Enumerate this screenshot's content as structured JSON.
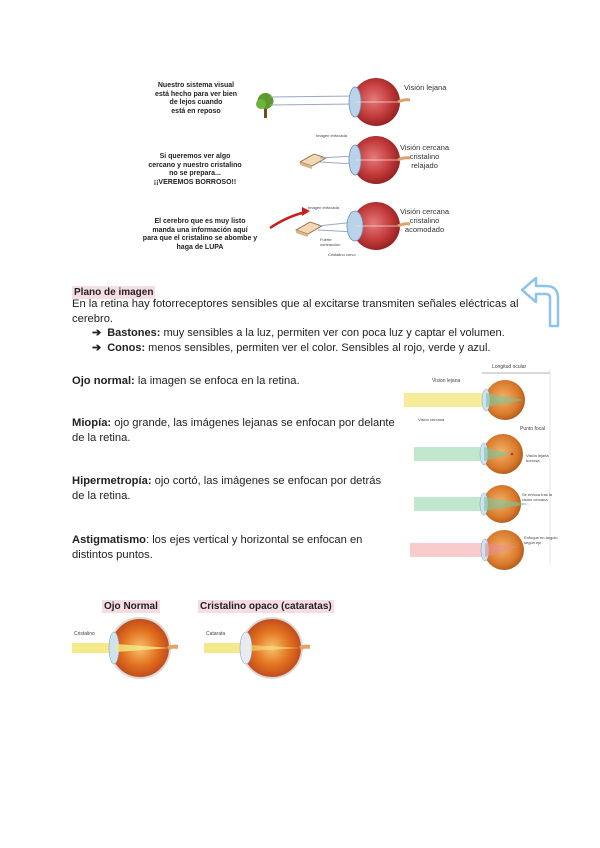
{
  "top_figure": {
    "row1_caption": "Nuestro sistema visual\nestá hecho para ver bien\nde lejos cuando\nestá en reposo",
    "row1_label": "Visión lejana",
    "row1_small": "Imagen enfocada",
    "row2_caption": "Si queremos ver algo\ncercano y nuestro cristalino\nno se prepara...\n¡¡VEREMOS BORROSO!!",
    "row2_label": "Visión cercana\ncristalino\nrelajado",
    "row3_caption": "El cerebro que es muy listo\nmanda una información aquí\npara que el cristalino se abombe y\nhaga de LUPA",
    "row3_label": "Visión cercana\ncristalino\nacomodado",
    "row3_small_a": "Imagen enfocada",
    "row3_small_b": "Fuerte\ncontracción",
    "row3_small_c": "Cristalino curvo"
  },
  "section_title": "Plano de imagen",
  "intro": "En la retina hay fotorreceptores sensibles que al excitarse transmiten señales eléctricas al cerebro.",
  "bullets": [
    {
      "term": "Bastones:",
      "desc": " muy sensibles a la luz, permiten ver con poca luz y captar el volumen."
    },
    {
      "term": "Conos:",
      "desc": " menos sensibles, permiten ver el color. Sensibles al rojo, verde y azul."
    }
  ],
  "conditions": [
    {
      "term": "Ojo normal:",
      "desc": " la imagen se enfoca en la retina."
    },
    {
      "term": "Miopía:",
      "desc": " ojo grande, las imágenes lejanas se enfocan por delante de la retina."
    },
    {
      "term": "Hipermetropía:",
      "desc": " ojo cortó, las imágenes se enfocan por detrás de la retina."
    },
    {
      "term": "Astigmatismo",
      "desc": ": los ejes vertical y horizontal se enfocan en distintos puntos."
    }
  ],
  "right_figure": {
    "label_top": "Vision lejana",
    "label_axis": "Longitud ocular",
    "label_near": "Visión cercana",
    "label_focal": "Punto focal",
    "label_myopia": "Visión lejana\nborrosa",
    "label_hyper": "Se enfoca tras la\nvisión cercana",
    "label_astig": "Enfoque en ángulo\nsegún eje"
  },
  "bottom_figure": {
    "normal_title": "Ojo Normal",
    "cataract_title": "Cristalino opaco (cataratas)",
    "normal_label": "Cristalino",
    "cataract_label": "Catarata"
  },
  "colors": {
    "highlight": "#f6dde3",
    "eye_red": "#c62e2e",
    "eye_orange": "#e48a2a",
    "light_yellow": "#f4ea8a",
    "arrow_blue": "#8cc4ea"
  }
}
